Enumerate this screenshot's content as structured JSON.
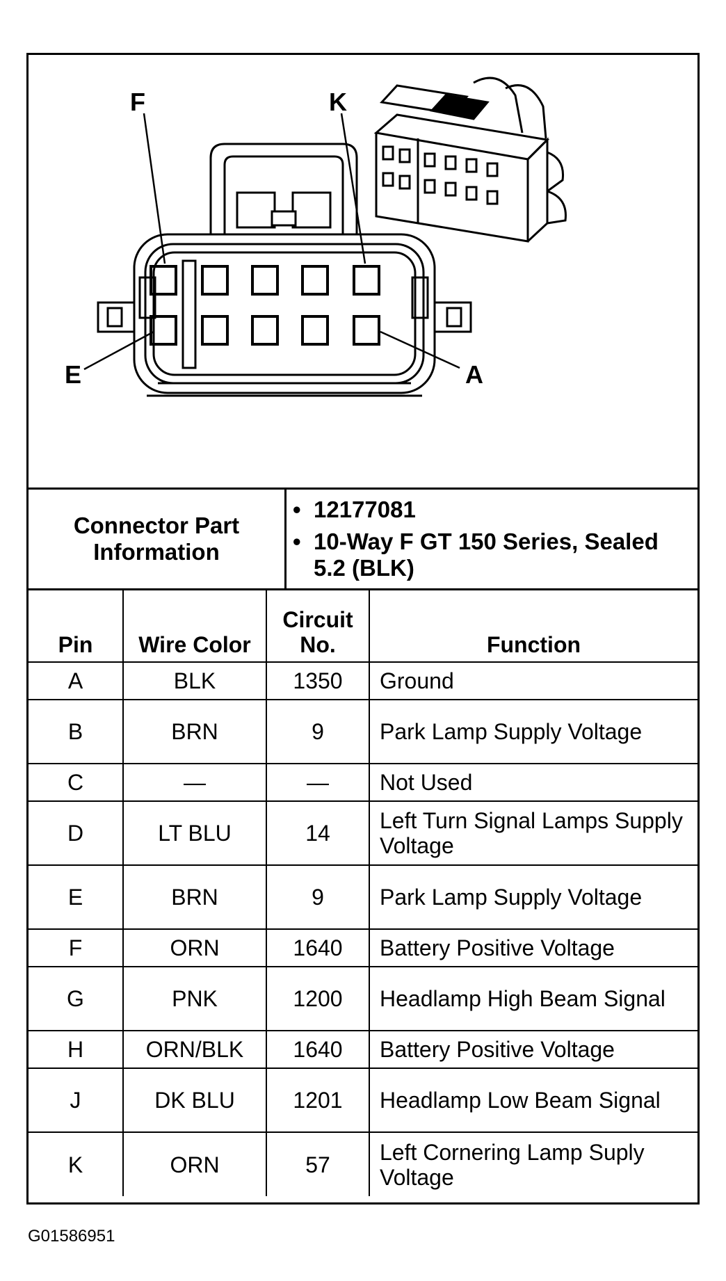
{
  "diagram": {
    "callouts": [
      "F",
      "K",
      "E",
      "A"
    ]
  },
  "connector": {
    "label": "Connector Part Information",
    "info": [
      "12177081",
      "10-Way F GT 150 Series, Sealed 5.2 (BLK)"
    ]
  },
  "table": {
    "headers": [
      "Pin",
      "Wire Color",
      "Circuit No.",
      "Function"
    ],
    "rows": [
      {
        "pin": "A",
        "wire": "BLK",
        "circuit": "1350",
        "function": "Ground"
      },
      {
        "pin": "B",
        "wire": "BRN",
        "circuit": "9",
        "function": "Park Lamp Supply Voltage"
      },
      {
        "pin": "C",
        "wire": "—",
        "circuit": "—",
        "function": "Not Used"
      },
      {
        "pin": "D",
        "wire": "LT BLU",
        "circuit": "14",
        "function": "Left Turn Signal Lamps Supply Voltage"
      },
      {
        "pin": "E",
        "wire": "BRN",
        "circuit": "9",
        "function": "Park Lamp Supply Voltage"
      },
      {
        "pin": "F",
        "wire": "ORN",
        "circuit": "1640",
        "function": "Battery Positive Voltage"
      },
      {
        "pin": "G",
        "wire": "PNK",
        "circuit": "1200",
        "function": "Headlamp High Beam Signal"
      },
      {
        "pin": "H",
        "wire": "ORN/BLK",
        "circuit": "1640",
        "function": "Battery Positive Voltage"
      },
      {
        "pin": "J",
        "wire": "DK BLU",
        "circuit": "1201",
        "function": "Headlamp Low Beam Signal"
      },
      {
        "pin": "K",
        "wire": "ORN",
        "circuit": "57",
        "function": "Left Cornering Lamp Suply Voltage"
      }
    ]
  },
  "figure_id": "G01586951"
}
